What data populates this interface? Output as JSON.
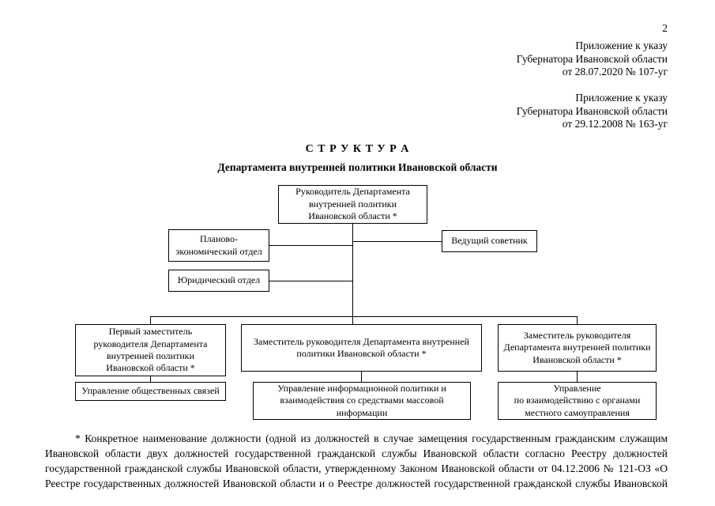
{
  "page": {
    "number": "2",
    "annexes": [
      {
        "lines": [
          "Приложение к указу",
          "Губернатора Ивановской области",
          "от 28.07.2020 № 107-уг"
        ]
      },
      {
        "lines": [
          "Приложение к указу",
          "Губернатора Ивановской области",
          "от 29.12.2008 № 163-уг"
        ]
      }
    ],
    "title": "С Т Р У К Т У Р А",
    "subtitle": "Департамента внутренней политики Ивановской области"
  },
  "org": {
    "director": {
      "lines": [
        "Руководитель Департамента",
        "внутренней политики",
        "Ивановской области *"
      ]
    },
    "planning": {
      "lines": [
        "Планово-",
        "экономический отдел"
      ]
    },
    "advisor": {
      "lines": [
        "Ведущий советник"
      ]
    },
    "legal": {
      "lines": [
        "Юридический отдел"
      ]
    },
    "deputy1": {
      "lines": [
        "Первый заместитель",
        "руководителя Департамента",
        "внутренней политики",
        "Ивановской области *"
      ]
    },
    "deputy2": {
      "lines": [
        "Заместитель руководителя Департамента внутренней",
        "политики Ивановской области *"
      ]
    },
    "deputy3": {
      "lines": [
        "Заместитель руководителя",
        "Департамента внутренней политики",
        "Ивановской области *"
      ]
    },
    "dept1": {
      "lines": [
        "Управление общественных связей"
      ]
    },
    "dept2": {
      "lines": [
        "Управление информационной политики и",
        "взаимодействия со средствами массовой",
        "информации"
      ]
    },
    "dept3": {
      "lines": [
        "Управление",
        "по взаимодействию с органами",
        "местного самоуправления"
      ]
    }
  },
  "footnote": {
    "text": "* Конкретное наименование должности (одной из должностей в случае замещения государственным гражданским служащим Ивановской области двух должностей государственной гражданской службы Ивановской области согласно Реестру должностей государственной гражданской службы Ивановской области, утвержденному Законом Ивановской области от 04.12.2006 № 121-ОЗ «О Реестре государственных должностей Ивановской области и о Реестре должностей государственной гражданской службы Ивановской"
  }
}
